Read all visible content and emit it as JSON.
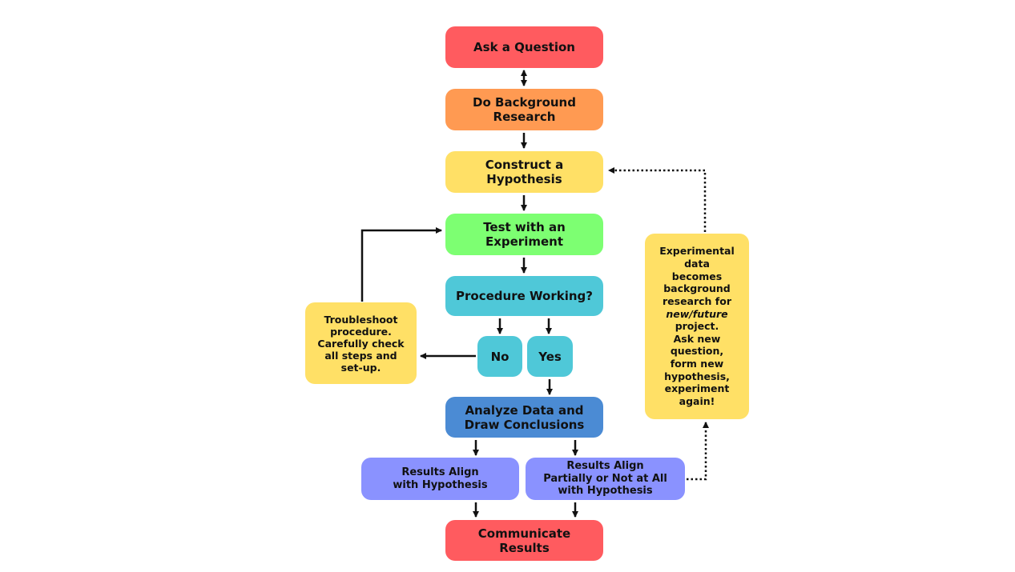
{
  "colors": {
    "red": "#FF5B5F",
    "orange": "#FF9A52",
    "yellow": "#FFE066",
    "green": "#7DFF72",
    "teal": "#4FC8D8",
    "blue": "#4B8BD4",
    "periwinkle": "#8A92FF",
    "arrow": "#111111"
  },
  "nodes": {
    "ask_question": "Ask a Question",
    "background_research": "Do Background\nResearch",
    "hypothesis": "Construct a\nHypothesis",
    "experiment": "Test with an\nExperiment",
    "procedure_working": "Procedure Working?",
    "no": "No",
    "yes": "Yes",
    "troubleshoot": "Troubleshoot\nprocedure.\nCarefully check\nall steps and\nset-up.",
    "analyze": "Analyze Data and\nDraw Conclusions",
    "results_align": "Results Align\nwith Hypothesis",
    "results_not_align": "Results Align\nPartially or Not at All\nwith Hypothesis",
    "communicate": "Communicate\nResults",
    "experimental_data": {
      "before": "Experimental\ndata\nbecomes\nbackground\nresearch for\n",
      "italic": "new/future",
      "after": "\nproject.\nAsk new\nquestion,\nform new\nhypothesis,\nexperiment\nagain!"
    }
  }
}
